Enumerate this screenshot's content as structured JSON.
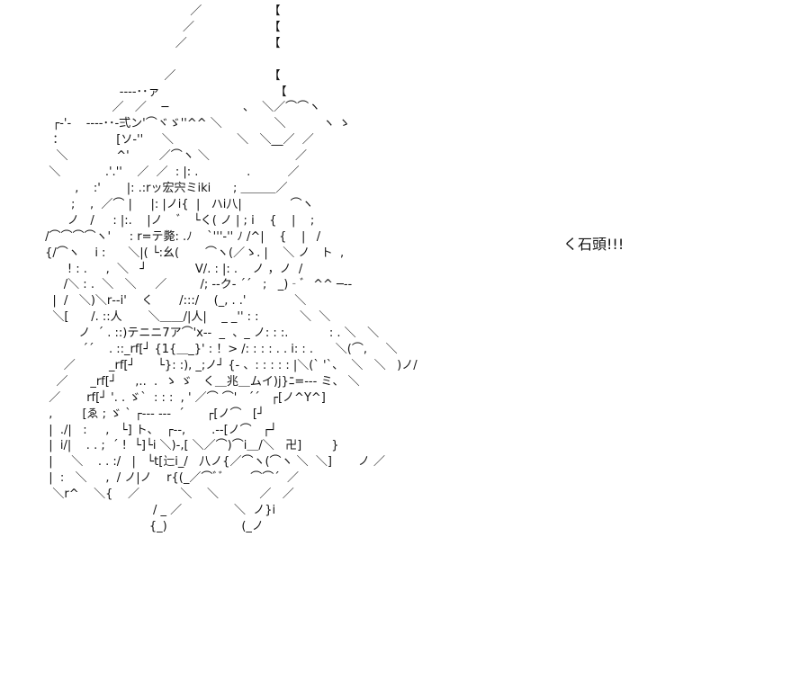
{
  "caption": "く石頭!!!",
  "art_lines": [
    "                                        ／                  【",
    "                                      ／                    【",
    "                                    ／                      【",
    "",
    "                                 ／                         【",
    "                     ‐‐‐‐･･ァ                               【",
    "                   ／   ／    ─                    、  ＼／⌒⌒ヽ",
    "   ┌‐'‐    ‐‐‐‐･･‐弍ン'⌒ヾゞ''^^ ＼              ＼          ヽ ゝ",
    "   ：              [ソ‐''     ＼                 ＼   ＼__／  ／",
    "    ＼             ^'        ／⌒ヽ ＼                       ／",
    "  ＼            .'.''    ／  ／  : |: .             .          ／",
    "         ,    :'       |: .:rッ宏宍ミiki      ; ＿＿＿／",
    "        ;    ,  ／⌒ |     |: |ノi{  |   ハi八|             ⌒ヽ",
    "       ノ   /     : |:.    |ノ    ﾞ   └く( ノ | ; i    {    |    ;",
    " /⌒⌒⌒⌒ヽ'     : r=テ斃: .ﾉ    `'''‐'' ﾉ /^|    {    |   /",
    " {/⌒ヽ    i :      ＼|( └:幺(       ⌒ヽ(／ゝ. |    ＼ ノ   ト  ,",
    "       ! : .     ,  ＼   ┘             V/. : |: .    ノ ，ノ  /",
    "      /＼ : .  ＼   ＼     ／         /; ‐‐ク‐ ´´   ;   _)‐ﾞ  ^^ ─‐‐",
    "   |  /   ＼)＼r‐‐i'    く       /:::/    (_, . .'             ＼",
    "   ＼[      /. ::人       ＼＿＿/|人|    _ _'' : :           ＼  ＼",
    "          ノ  ´ . ::)テニニ7ア⌒'x‐-  _  、_ ノ: : :.           : . ＼   ＼",
    "           ´´    . ::_rf[┘ {1{＿_}' : ！> /: : : : . . i: : .      ＼(⌒,     ＼",
    "      ／         _rf[┘      └}: :), _;ノ┘ {‐ 、: : : : : |＼(` '`、  ＼   ＼   )ノ/",
    "    ／      _rf[┘     ,..  .  ゝ ゞ   く＿兆＿ムイ)j}ﾆ=‐‐‐ ミ、 ＼",
    "  ／       rf[┘ '. . ゞ`  : : :  , ' ／⌒ ⌒'   ´´   ┌[ノ^Y^]",
    "  ,        [ゑ ; ゞ ` ┌‐‐‐ ‐‐‐  ´      ┌[ノ⌒   [┘",
    "  |  ./|   :     ,   └] ト、  ┌‐‐,       .‐‐[ノ⌒   ┌┘",
    "  |  i/|    . . ;  ´ !  └]└i ＼)‐,[ ＼／⌒)⌒i＿/＼   卍]        }",
    "  |     ＼    . . :/   |   └t[辷i_/   八ノ{／⌒ヽ(⌒ヽ ＼  ＼]       ノ ／",
    "  |  :   ＼     ,  / ノ|ノ    r{(_／⌒ﾞﾞ       ⌒⌒´  ／",
    "   ＼r^    ＼{    ／           ＼    ＼           ／   ／",
    "                              / _ ／              ＼  ノ}i",
    "                             {_)                    (_ノ"
  ]
}
